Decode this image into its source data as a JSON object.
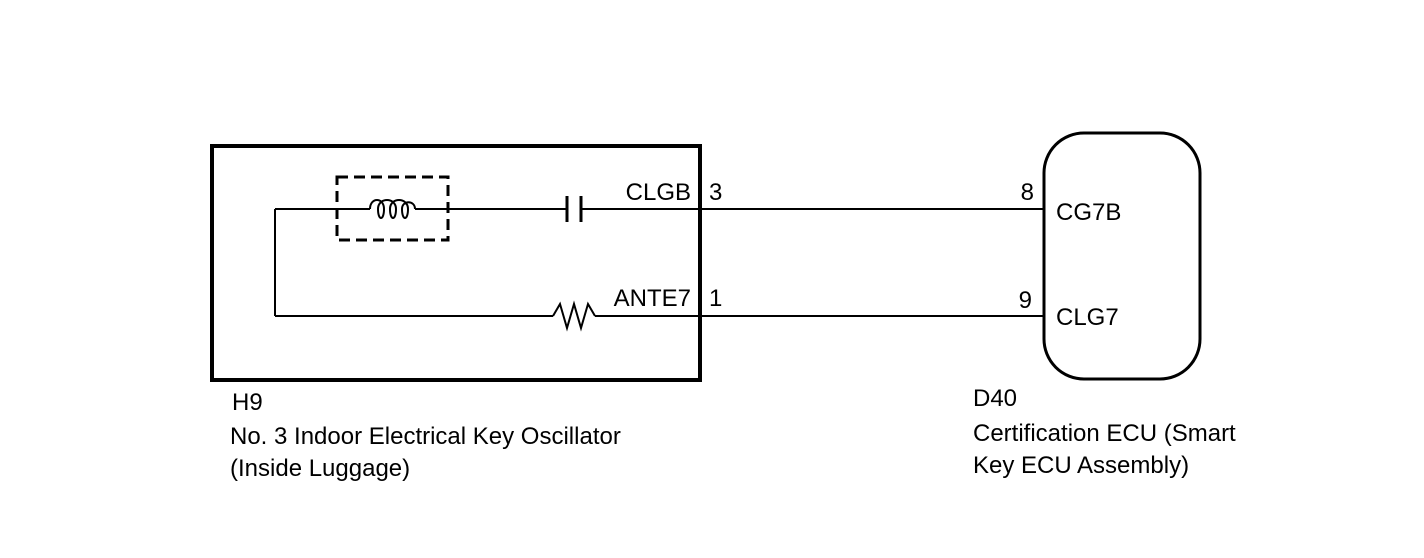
{
  "h9": {
    "code": "H9",
    "name_line1": "No. 3 Indoor Electrical Key Oscillator",
    "name_line2": "(Inside Luggage)",
    "signals": [
      {
        "name": "CLGB",
        "pin": "3"
      },
      {
        "name": "ANTE7",
        "pin": "1"
      }
    ]
  },
  "d40": {
    "code": "D40",
    "name_line1": "Certification ECU (Smart",
    "name_line2": "Key ECU Assembly)",
    "signals": [
      {
        "name": "CG7B",
        "pin": "8"
      },
      {
        "name": "CLG7",
        "pin": "9"
      }
    ]
  }
}
